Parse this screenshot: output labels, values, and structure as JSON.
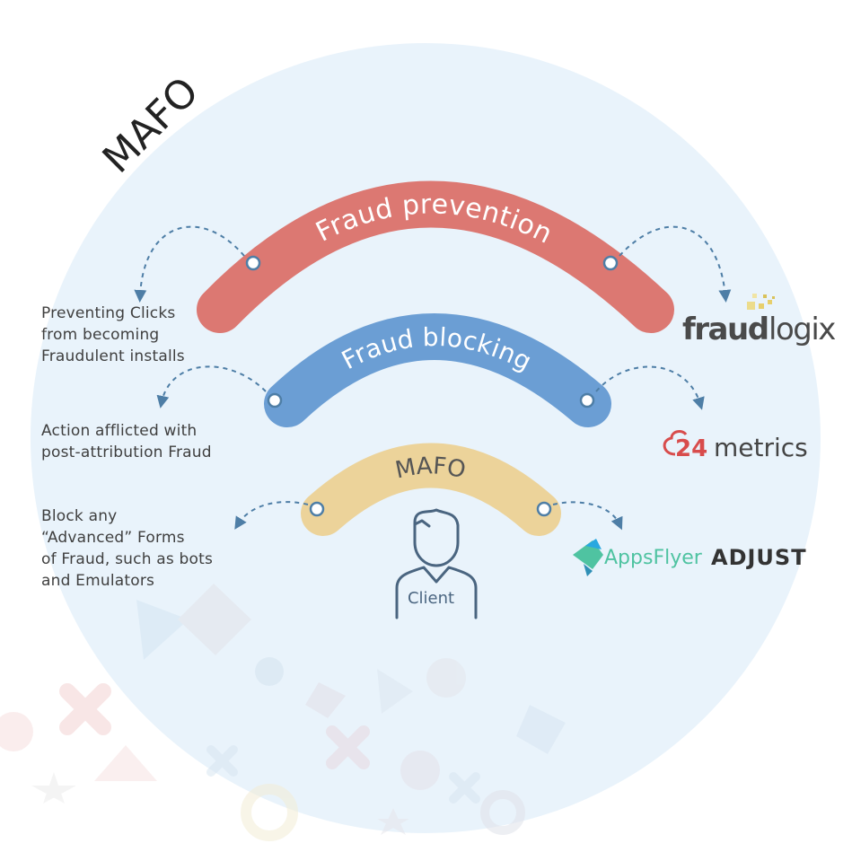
{
  "title": "MAFO",
  "layers": [
    {
      "name": "Fraud prevention",
      "color": "#dc7872",
      "text_color": "#ffffff",
      "description": "Preventing Clicks\nfrom becoming\nFraudulent installs",
      "partner": "fraudlogix"
    },
    {
      "name": "Fraud blocking",
      "color": "#6b9ed4",
      "text_color": "#ffffff",
      "description": "Action afflicted with\npost-attribution Fraud",
      "partner": "24metrics"
    },
    {
      "name": "MAFO",
      "color": "#ecd39a",
      "text_color": "#555555",
      "description": "Block any\n“Advanced” Forms\nof Fraud, such as bots\nand Emulators",
      "partner": "AppsFlyer / ADJUST"
    }
  ],
  "client_label": "Client",
  "logos": {
    "fraudlogix_a": "fraud",
    "fraudlogix_b": "logix",
    "metrics_num": "24",
    "metrics_text": "metrics",
    "appsflyer": "AppsFlyer",
    "adjust": "ADJUST"
  },
  "colors": {
    "background_circle": "#e9f3fb",
    "arrow": "#4e7ea6",
    "text": "#3f3f3f",
    "fraudlogix": "#4a4a4a",
    "metrics_red": "#d84c4c",
    "appsflyer_green": "#4fc3a1",
    "appsflyer_blue": "#29a8e0"
  }
}
